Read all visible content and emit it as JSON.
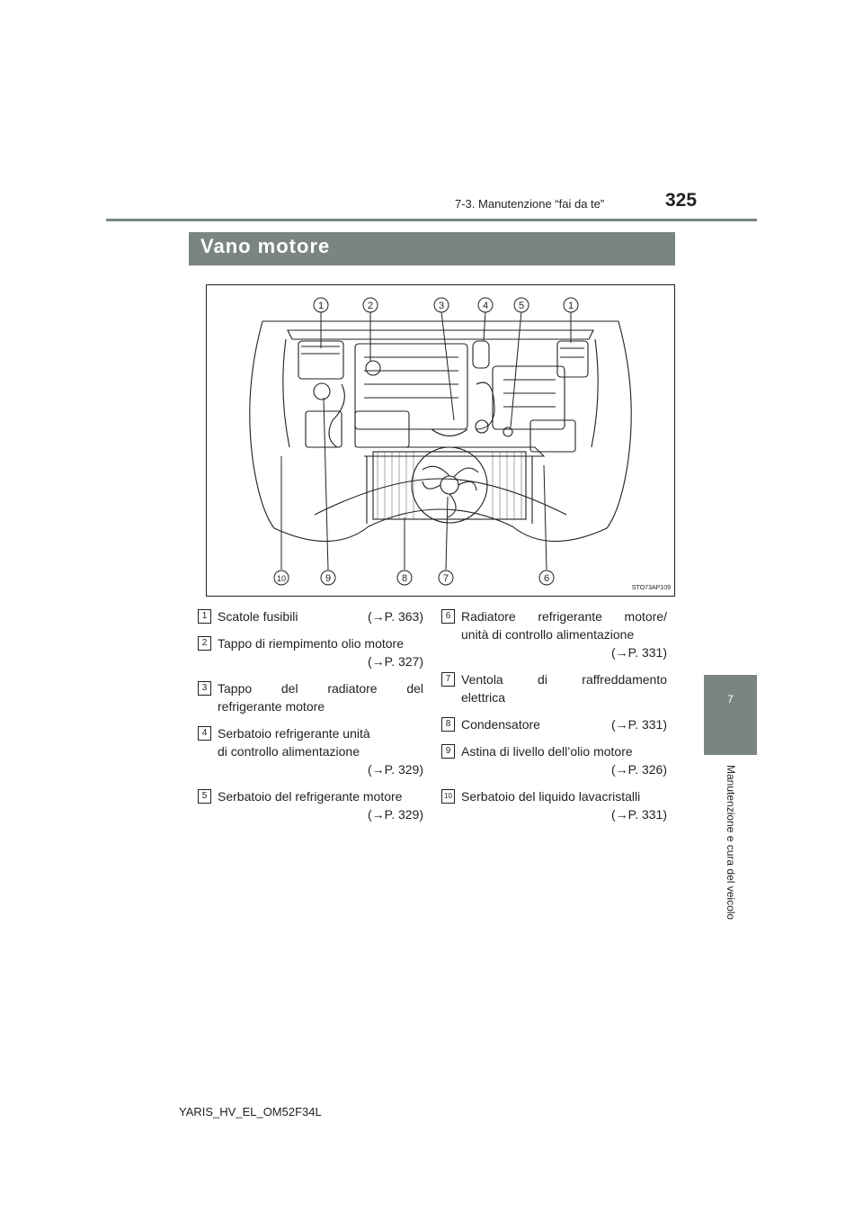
{
  "header": {
    "chapter": "7-3. Manutenzione “fai da te”",
    "page": "325"
  },
  "side_tab": {
    "number": "7",
    "caption": "Manutenzione e cura del veicolo"
  },
  "section": {
    "title": "Vano motore"
  },
  "figure": {
    "code": "STO73AP109",
    "callouts_top": [
      "1",
      "2",
      "3",
      "4",
      "5",
      "1"
    ],
    "callouts_bottom": [
      "10",
      "9",
      "8",
      "7",
      "6"
    ]
  },
  "legend": {
    "left": [
      {
        "num": "1",
        "lines": [
          "Scatole fusibili"
        ],
        "ref": "(→P. 363)"
      },
      {
        "num": "2",
        "lines": [
          "Tappo di riempimento olio motore"
        ],
        "ref": "(→P. 327)"
      },
      {
        "num": "3",
        "lines": [
          "Tappo del radiatore del",
          "refrigerante motore"
        ],
        "ref": ""
      },
      {
        "num": "4",
        "lines": [
          "Serbatoio refrigerante unità",
          "di controllo alimentazione"
        ],
        "ref": "(→P. 329)"
      },
      {
        "num": "5",
        "lines": [
          "Serbatoio del refrigerante motore"
        ],
        "ref": "(→P. 329)"
      }
    ],
    "right": [
      {
        "num": "6",
        "lines": [
          "Radiatore refrigerante motore/",
          "unità di controllo alimentazione"
        ],
        "ref": "(→P. 331)"
      },
      {
        "num": "7",
        "lines": [
          "Ventola di raffreddamento",
          "elettrica"
        ],
        "ref": ""
      },
      {
        "num": "8",
        "lines": [
          "Condensatore"
        ],
        "ref": "(→P. 331)"
      },
      {
        "num": "9",
        "lines": [
          "Astina di livello dell’olio motore"
        ],
        "ref": "(→P. 326)"
      },
      {
        "num": "10",
        "lines": [
          "Serbatoio del liquido lavacristalli"
        ],
        "ref": "(→P. 331)"
      }
    ]
  },
  "footer": {
    "doc_code": "YARIS_HV_EL_OM52F34L"
  }
}
